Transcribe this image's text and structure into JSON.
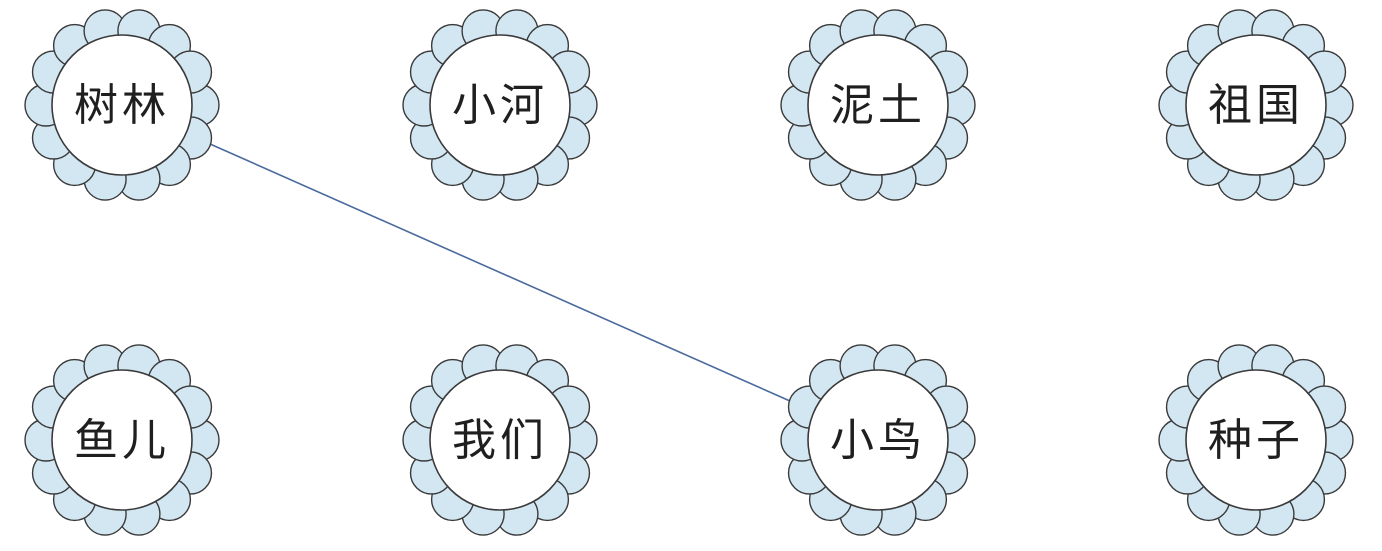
{
  "flowers": [
    {
      "id": "f1",
      "label": "树林"
    },
    {
      "id": "f2",
      "label": "小河"
    },
    {
      "id": "f3",
      "label": "泥土"
    },
    {
      "id": "f4",
      "label": "祖国"
    },
    {
      "id": "f5",
      "label": "鱼儿"
    },
    {
      "id": "f6",
      "label": "我们"
    },
    {
      "id": "f7",
      "label": "小鸟"
    },
    {
      "id": "f8",
      "label": "种子"
    }
  ],
  "connections": [
    {
      "from": "f1",
      "to": "f7"
    }
  ],
  "colors": {
    "petal_fill": "#d3e7f3",
    "outline": "#3a3a3a",
    "line": "#4a6a9e"
  }
}
